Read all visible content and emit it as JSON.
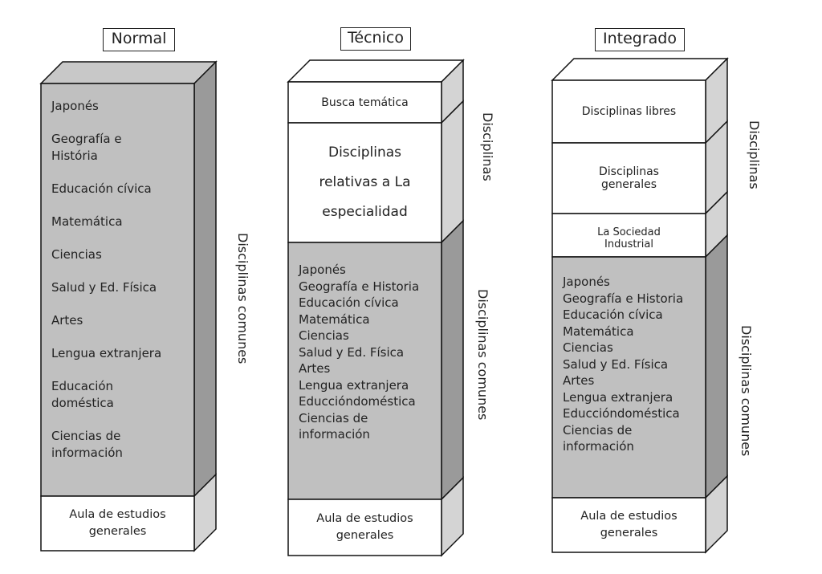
{
  "columns": [
    {
      "title": "Normal",
      "upper_sections": [],
      "common_subjects": [
        "Japonés",
        "Geografía e História",
        "Educación cívica",
        "Matemática",
        "Ciencias",
        "Salud y Ed. Física",
        "Artes",
        "Lengua extranjera",
        "Educación doméstica",
        "Ciencias de información"
      ],
      "base": "Aula de estudios generales",
      "side_labels": [
        "Disciplinas comunes"
      ]
    },
    {
      "title": "Técnico",
      "upper_sections": [
        "Busca temática",
        "Disciplinas relativas a La especialidad"
      ],
      "common_subjects": [
        "Japonés",
        "Geografía e Historia",
        "Educación cívica",
        "Matemática",
        "Ciencias",
        "Salud y Ed. Física",
        "Artes",
        "Lengua extranjera",
        "Educcióndoméstica",
        "Ciencias de información"
      ],
      "base": "Aula de estudios generales",
      "side_labels": [
        "Disciplinas",
        "Disciplinas comunes"
      ]
    },
    {
      "title": "Integrado",
      "upper_sections": [
        "Disciplinas libres",
        "Disciplinas generales",
        "La Sociedad Industrial"
      ],
      "common_subjects": [
        "Japonés",
        "Geografía e Historia",
        "Educación cívica",
        "Matemática",
        "Ciencias",
        "Salud y Ed. Física",
        "Artes",
        "Lengua extranjera",
        "Educcióndoméstica",
        "Ciencias de información"
      ],
      "base": "Aula de estudios generales",
      "side_labels": [
        "Disciplinas",
        "Disciplinas comunes"
      ]
    }
  ]
}
